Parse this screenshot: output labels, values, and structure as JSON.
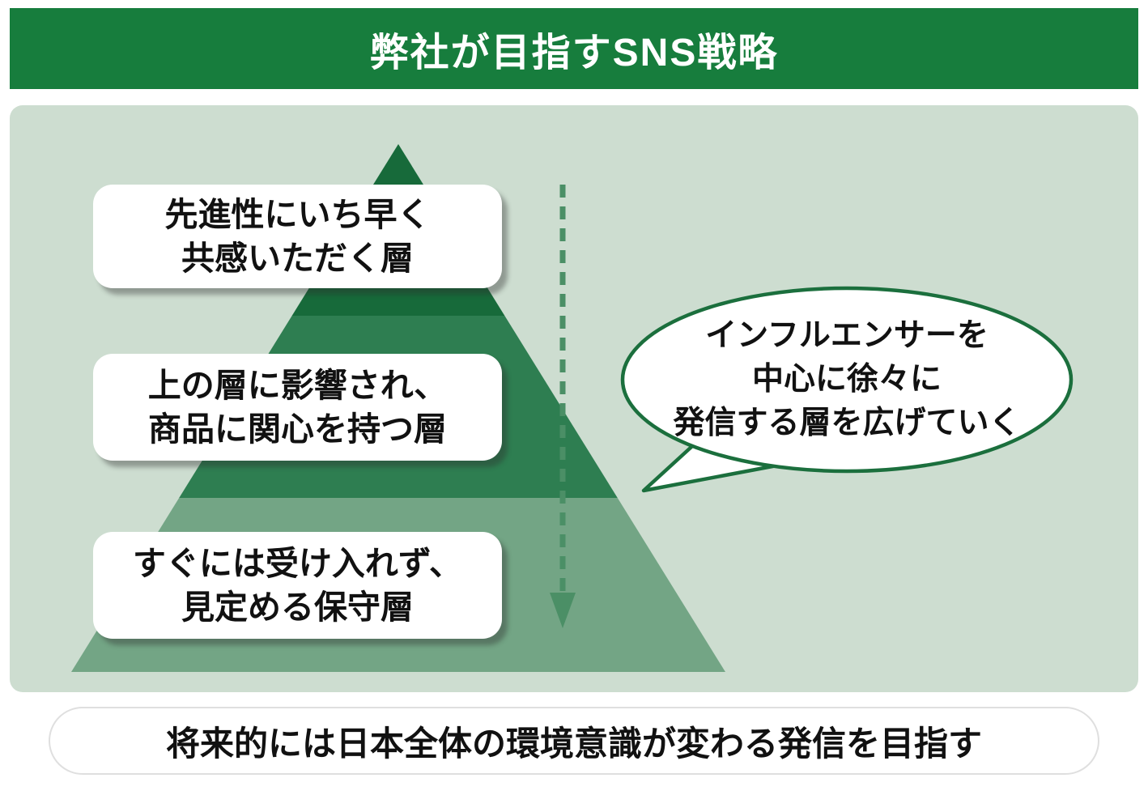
{
  "title": "弊社が目指すSNS戦略",
  "colors": {
    "header_bg": "#177d3d",
    "panel_bg": "#cdddd0",
    "tier1": "#176a3a",
    "tier2": "#2e7e51",
    "tier3": "#73a585",
    "arrow": "#4b8f66",
    "bubble_border": "#1b6f3d"
  },
  "tiers": [
    {
      "line1": "先進性にいち早く",
      "line2": "共感いただく層"
    },
    {
      "line1": "上の層に影響され、",
      "line2": "商品に関心を持つ層"
    },
    {
      "line1": "すぐには受け入れず、",
      "line2": "見定める保守層"
    }
  ],
  "bubble": {
    "line1": "インフルエンサーを",
    "line2": "中心に徐々に",
    "line3": "発信する層を広げていく"
  },
  "footer": "将来的には日本全体の環境意識が変わる発信を目指す"
}
